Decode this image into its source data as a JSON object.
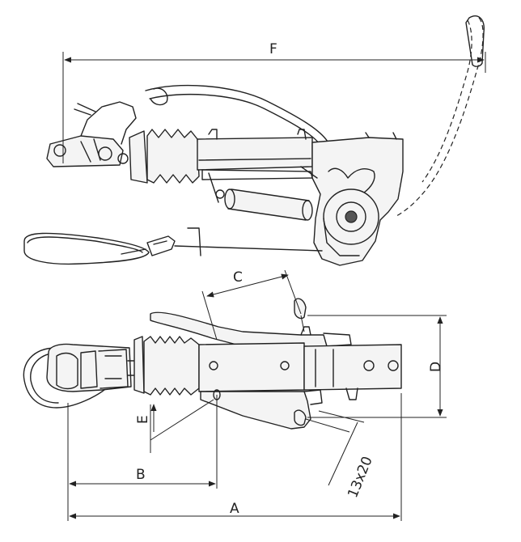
{
  "labels": {
    "F": "F",
    "C": "C",
    "D": "D",
    "E": "E",
    "B": "B",
    "A": "A",
    "hole_size": "13x20"
  }
}
